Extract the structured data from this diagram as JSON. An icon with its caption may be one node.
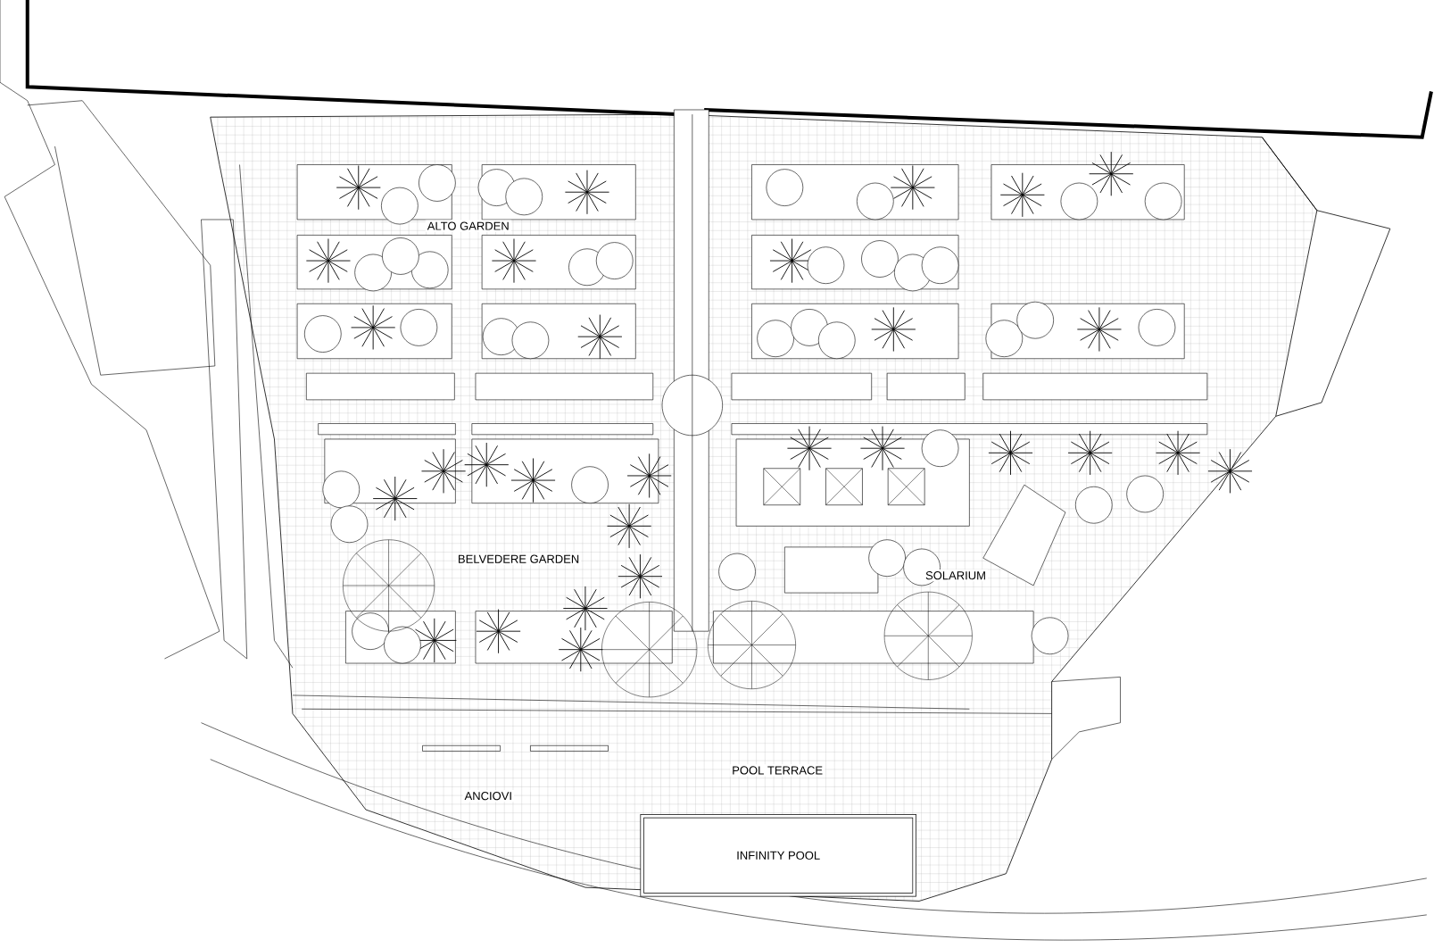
{
  "diagram": {
    "nodes": [
      {
        "text": [
          "INFINITY POOL"
        ]
      }
    ],
    "labels": [
      "ALTO GARDEN",
      "BELVEDERE GARDEN",
      "SOLARIUM",
      "POOL TERRACE",
      "ANCIOVI"
    ]
  }
}
